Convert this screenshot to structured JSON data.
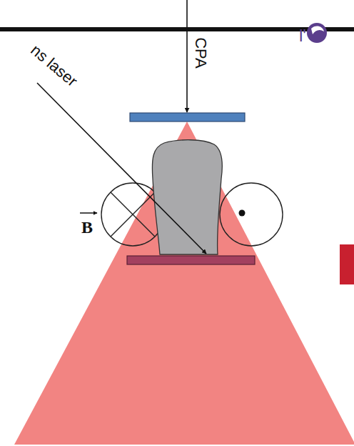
{
  "diagram": {
    "labels": [
      "CPA",
      "ns laser",
      "B",
      "l'"
    ]
  }
}
